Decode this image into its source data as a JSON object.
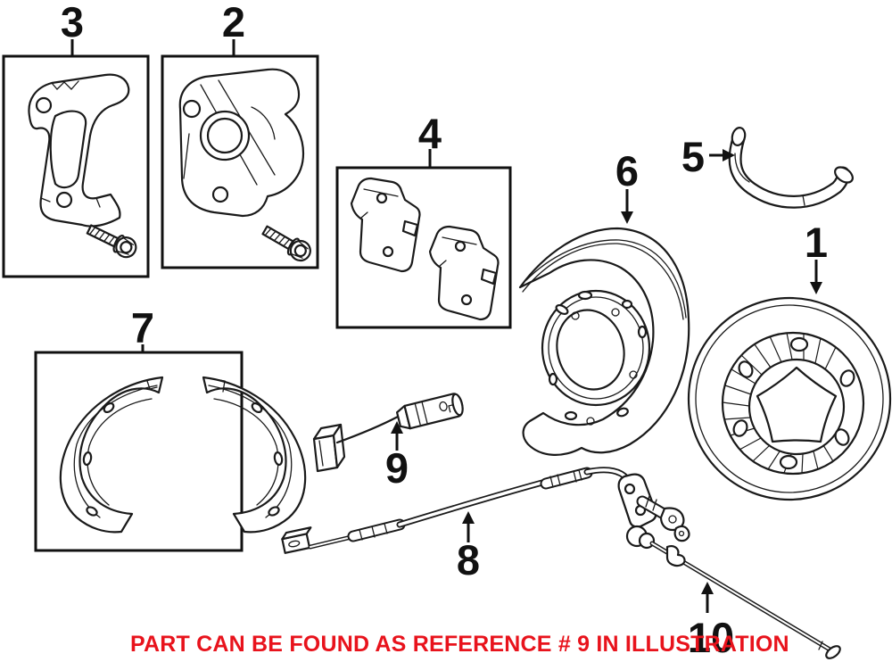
{
  "labels": {
    "r1": "1",
    "r2": "2",
    "r3": "3",
    "r4": "4",
    "r5": "5",
    "r6": "6",
    "r7": "7",
    "r8": "8",
    "r9": "9",
    "r10": "10"
  },
  "caption": {
    "text": "PART CAN BE FOUND AS REFERENCE # 9 IN ILLUSTRATION",
    "referenced_part": "9",
    "color": "#e8131c"
  },
  "style": {
    "line_color": "#1a1a1a",
    "background": "#ffffff"
  }
}
